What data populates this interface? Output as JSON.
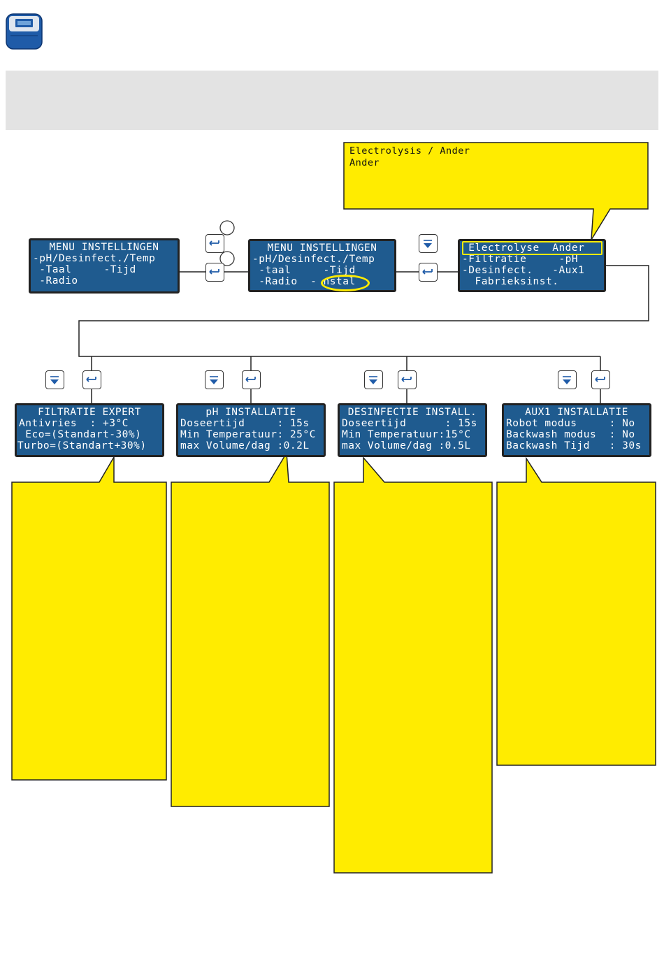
{
  "colors": {
    "lcd_background": "#1f5b8f",
    "lcd_text": "#ffffff",
    "callout_fill": "#ffec00",
    "banner_fill": "#e3e3e3",
    "highlight": "#ffeb00"
  },
  "icons": {
    "device": "pool-controller-icon",
    "enter": "enter-key-icon",
    "down": "down-arrow-key-icon",
    "step_marker": "step-circle-icon"
  },
  "top_callout": {
    "line1": "Electrolysis / Ander",
    "line2": "Ander"
  },
  "screens": {
    "menu1": {
      "lines": [
        "MENU INSTELLINGEN",
        "-pH/Desinfect./Temp",
        " -Taal     -Tijd",
        " -Radio"
      ]
    },
    "menu2": {
      "lines": [
        "MENU INSTELLINGEN",
        "-pH/Desinfect./Temp",
        " -taal     -Tijd",
        " -Radio  - nstal"
      ]
    },
    "menu3": {
      "lines": [
        " Electrolyse  Ander",
        "-Filtratie     -pH",
        "-Desinfect.   -Aux1",
        "  Fabrieksinst."
      ]
    },
    "filtratie": {
      "lines": [
        "FILTRATIE EXPERT",
        "Antivries  : +3°C",
        " Eco=(Standart-30%)",
        "Turbo=(Standart+30%)"
      ]
    },
    "ph": {
      "lines": [
        "pH INSTALLATIE",
        "Doseertijd     : 15s",
        "Min Temperatuur: 25°C",
        "max Volume/dag :0.2L"
      ]
    },
    "desinfectie": {
      "lines": [
        "DESINFECTIE INSTALL.",
        "Doseertijd      : 15s",
        "Min Temperatuur:15°C",
        "max Volume/dag :0.5L"
      ]
    },
    "aux1": {
      "lines": [
        "AUX1 INSTALLATIE",
        "Robot modus     : No",
        "Backwash modus  : No",
        "Backwash Tijd   : 30s"
      ]
    }
  }
}
